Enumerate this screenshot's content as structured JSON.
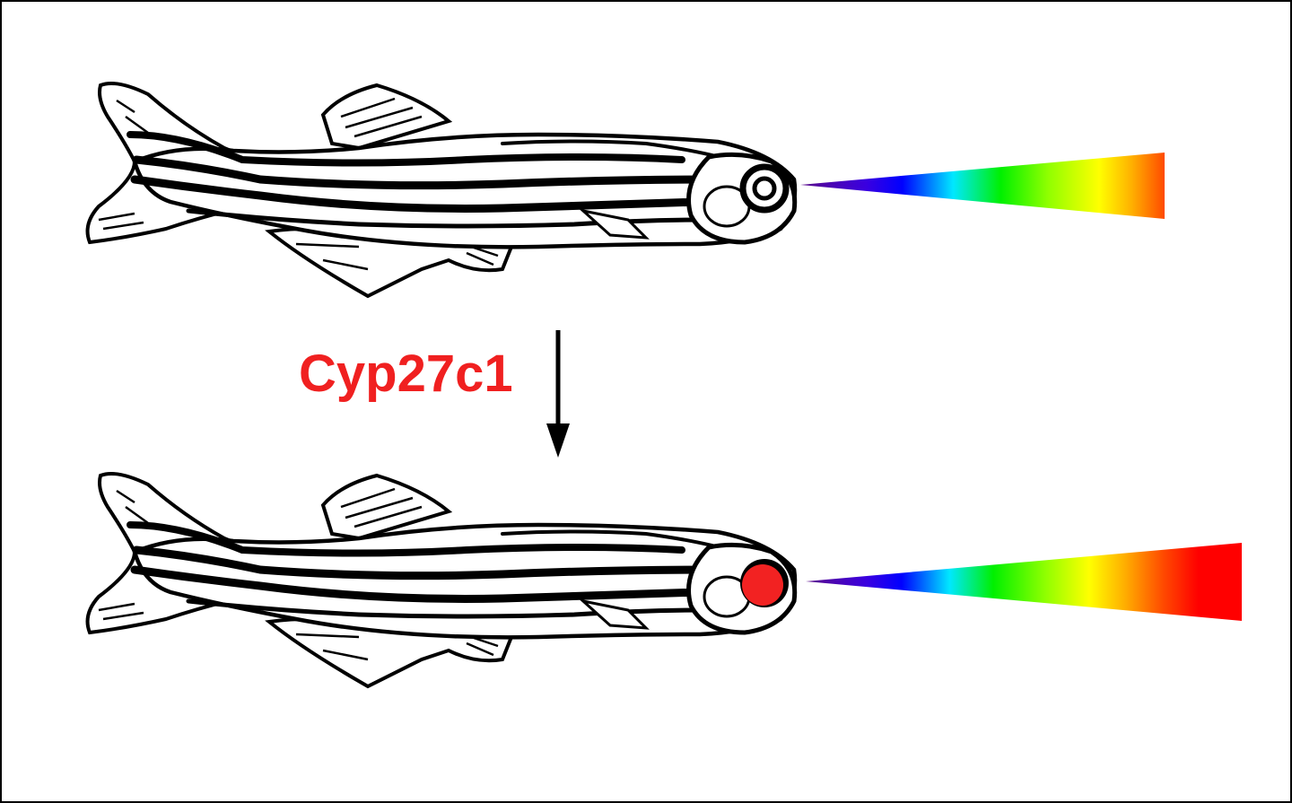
{
  "diagram": {
    "title": "Zebrafish Cyp27c1 red-shift of visual spectrum",
    "enzyme_label": "Cyp27c1",
    "colors": {
      "label": "#f02020",
      "outline": "#000000",
      "background": "#ffffff",
      "eye_red": "#f22222"
    },
    "top_fish": {
      "description": "zebrafish without Cyp27c1 activity",
      "eye": "normal",
      "spectrum_range_colors": [
        "#5a0a8a",
        "#3a00e0",
        "#0000ff",
        "#00e0ff",
        "#00ff00",
        "#a0ff00",
        "#ffff00",
        "#ffb000",
        "#ff4a00"
      ]
    },
    "bottom_fish": {
      "description": "zebrafish with Cyp27c1 activity",
      "eye": "red",
      "spectrum_range_colors": [
        "#5a0a8a",
        "#3a00e0",
        "#0000ff",
        "#00e0ff",
        "#00ff00",
        "#a0ff00",
        "#ffff00",
        "#ffb000",
        "#ff4a00",
        "#ff0000",
        "#ff0000"
      ]
    },
    "arrow": {
      "direction": "down"
    }
  }
}
